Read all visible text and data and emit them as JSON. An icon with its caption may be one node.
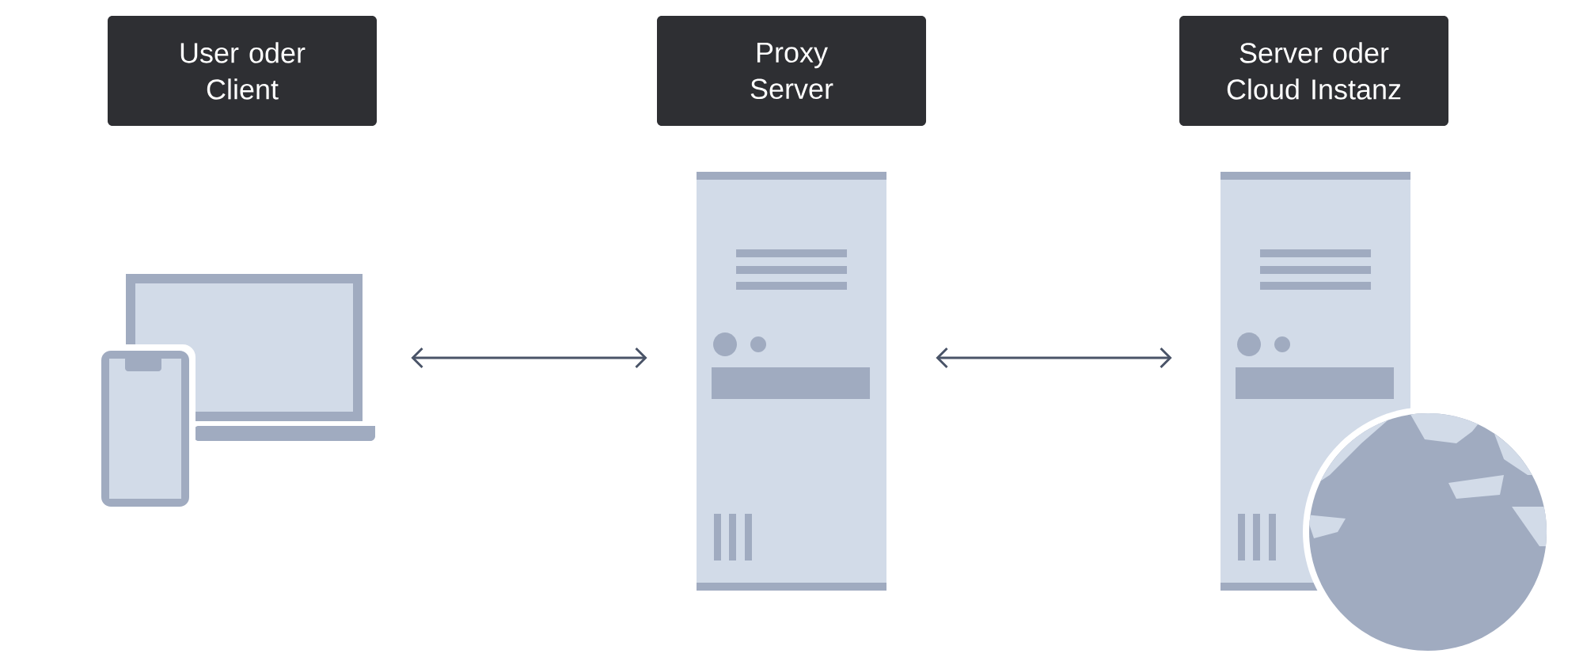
{
  "diagram": {
    "nodes": [
      {
        "text": [
          "User oder Client"
        ]
      },
      {
        "text": [
          "Proxy Server"
        ]
      },
      {
        "text": [
          "Server oder Cloud Instanz"
        ]
      },
      {
        "text": [],
        "shape": "picture"
      },
      {
        "text": [],
        "shape": "picture"
      },
      {
        "text": [],
        "shape": "picture"
      }
    ],
    "edges": [
      {
        "from": 3,
        "to": 4,
        "arrow": "both"
      },
      {
        "from": 4,
        "to": 5,
        "arrow": "both"
      }
    ]
  }
}
